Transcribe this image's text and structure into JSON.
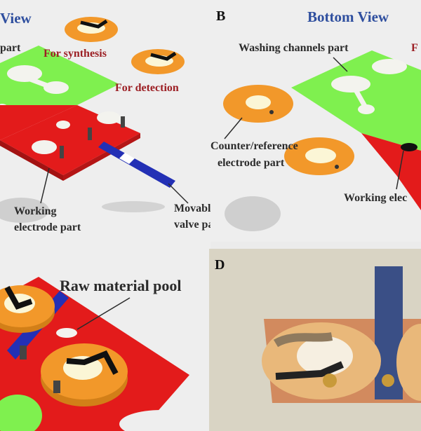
{
  "panel_a": {
    "title": "View",
    "labels": {
      "part_top": "part",
      "for_synthesis": "For synthesis",
      "for_detection": "For detection",
      "working_electrode_line1": "Working",
      "working_electrode_line2": "electrode part",
      "movable_line1": "Movable",
      "movable_line2": "valve part"
    }
  },
  "panel_b": {
    "letter": "B",
    "title": "Bottom View",
    "labels": {
      "washing": "Washing channels part",
      "f_cut": "F",
      "counter_line1": "Counter/reference",
      "counter_line2": "electrode part",
      "working_cut": "Working elec"
    }
  },
  "panel_c": {
    "label": "Raw material pool"
  },
  "panel_d": {
    "letter": "D"
  },
  "colors": {
    "green": "#7ff04f",
    "red": "#e31b1b",
    "orange": "#f2982a",
    "blue": "#2330b5",
    "label_blue": "#2f4f9f",
    "label_red": "#9c1f24"
  }
}
